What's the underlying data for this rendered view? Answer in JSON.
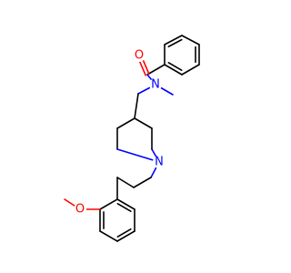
{
  "molecule": {
    "atoms": [
      {
        "id": "o_carbonyl",
        "symbol": "O",
        "color": "#ff0000"
      },
      {
        "id": "n_amide",
        "symbol": "N",
        "color": "#0000ff"
      },
      {
        "id": "n_piperidine",
        "symbol": "N",
        "color": "#0000ff"
      },
      {
        "id": "o_methoxy",
        "symbol": "O",
        "color": "#ff0000"
      }
    ],
    "colors": {
      "bond": "#000000",
      "oxygen": "#ff0000",
      "nitrogen": "#0000ff",
      "background": "#ffffff"
    }
  }
}
